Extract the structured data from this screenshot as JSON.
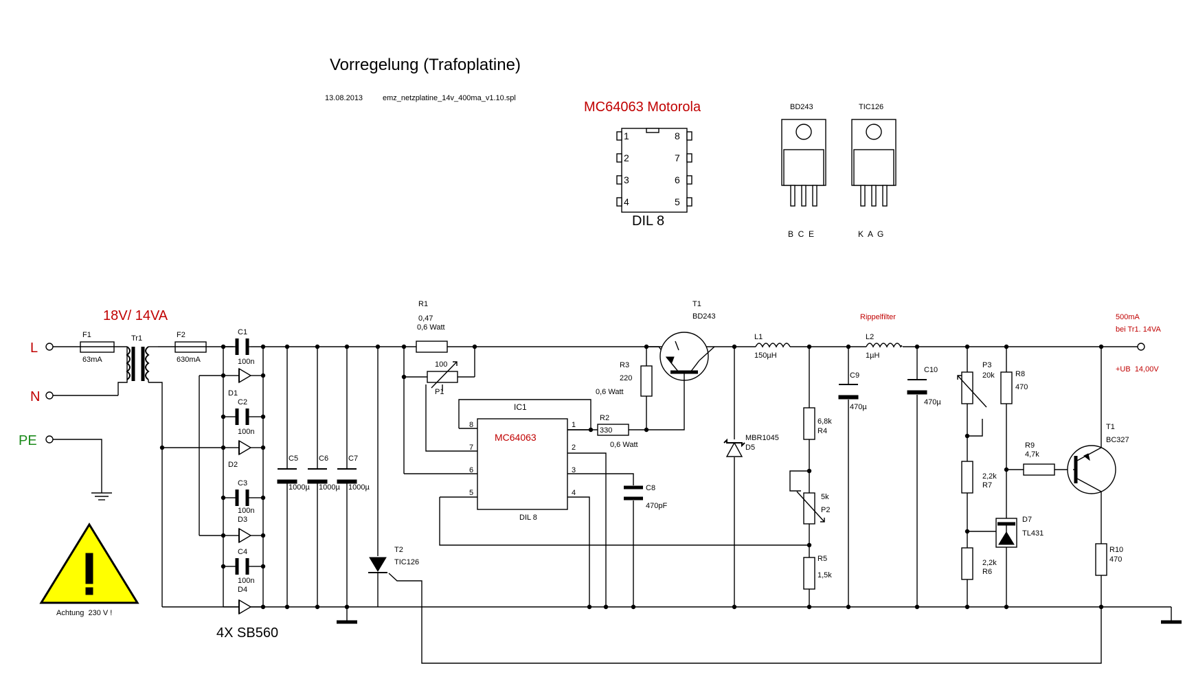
{
  "title": "Vorregelung (Trafoplatine)",
  "date": "13.08.2013",
  "filename": "emz_netzplatine_14v_400ma_v1.10.spl",
  "ic_package": {
    "name": "MC64063 Motorola",
    "package": "DIL 8",
    "pins_left": [
      "1",
      "2",
      "3",
      "4"
    ],
    "pins_right": [
      "8",
      "7",
      "6",
      "5"
    ]
  },
  "to220": [
    {
      "name": "BD243",
      "pins": "B  C  E"
    },
    {
      "name": "TIC126",
      "pins": "K  A  G"
    }
  ],
  "inputs": {
    "L": "L",
    "N": "N",
    "PE": "PE"
  },
  "transformer": {
    "ref": "Tr1",
    "rating": "18V/ 14VA"
  },
  "fuses": [
    {
      "ref": "F1",
      "value": "63mA"
    },
    {
      "ref": "F2",
      "value": "630mA"
    }
  ],
  "bridge_caps": [
    {
      "ref": "C1",
      "value": "100n"
    },
    {
      "ref": "C2",
      "value": "100n"
    },
    {
      "ref": "C3",
      "value": "100n"
    },
    {
      "ref": "C4",
      "value": "100n"
    }
  ],
  "bridge_diodes": [
    "D1",
    "D2",
    "D3",
    "D4"
  ],
  "bridge_part": "4X SB560",
  "filter_caps": [
    {
      "ref": "C5",
      "value": "1000µ"
    },
    {
      "ref": "C6",
      "value": "1000µ"
    },
    {
      "ref": "C7",
      "value": "1000µ"
    }
  ],
  "warning": "Achtung  230 V !",
  "thyristor": {
    "ref": "T2",
    "part": "TIC126"
  },
  "r1": {
    "ref": "R1",
    "value": "0,47",
    "power": "0,6 Watt"
  },
  "p1": {
    "ref": "P1",
    "value": "100"
  },
  "ic1": {
    "ref": "IC1",
    "name": "MC64063",
    "package": "DIL 8",
    "pins": [
      "8",
      "7",
      "6",
      "5",
      "1",
      "2",
      "3",
      "4"
    ]
  },
  "r2": {
    "ref": "R2",
    "value": "330",
    "power": "0,6 Watt"
  },
  "r3": {
    "ref": "R3",
    "value": "220",
    "power": "0,6 Watt"
  },
  "c8": {
    "ref": "C8",
    "value": "470pF"
  },
  "t1": {
    "ref": "T1",
    "part": "BD243"
  },
  "d5": {
    "ref": "D5",
    "part": "MBR1045"
  },
  "l1": {
    "ref": "L1",
    "value": "150µH"
  },
  "r4": {
    "ref": "R4",
    "value": "6,8k"
  },
  "p2": {
    "ref": "P2",
    "value": "5k"
  },
  "r5": {
    "ref": "R5",
    "value": "1,5k"
  },
  "c9": {
    "ref": "C9",
    "value": "470µ"
  },
  "ripple": "Rippelfilter",
  "l2": {
    "ref": "L2",
    "value": "1µH"
  },
  "c10": {
    "ref": "C10",
    "value": "470µ"
  },
  "p3": {
    "ref": "P3",
    "value": "20k"
  },
  "r7": {
    "ref": "R7",
    "value": "2,2k"
  },
  "r6": {
    "ref": "R6",
    "value": "2,2k"
  },
  "r8": {
    "ref": "R8",
    "value": "470"
  },
  "d7": {
    "ref": "D7",
    "part": "TL431"
  },
  "r9": {
    "ref": "R9",
    "value": "4,7k"
  },
  "t1b": {
    "ref": "T1",
    "part": "BC327"
  },
  "r10": {
    "ref": "R10",
    "value": "470"
  },
  "output": {
    "current": "500mA",
    "note": "bei Tr1. 14VA",
    "voltage": "+UB  14,00V"
  }
}
